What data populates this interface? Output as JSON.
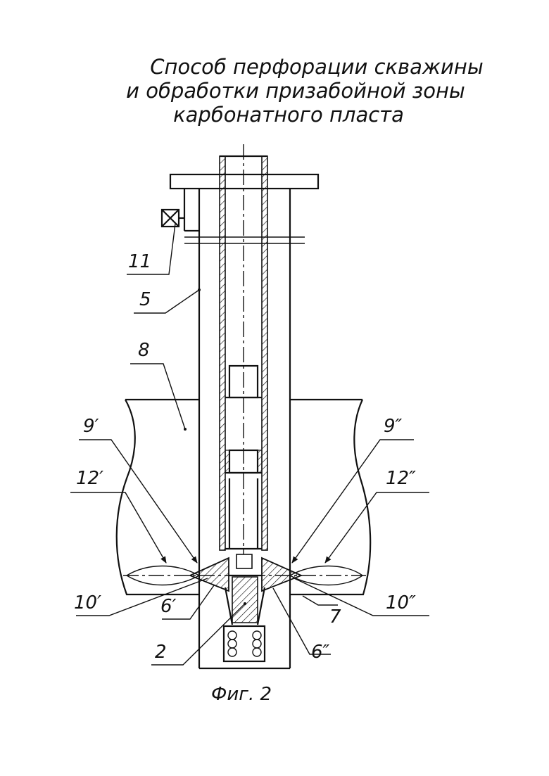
{
  "title": {
    "line1": "Способ перфорации скважины",
    "line2": "и обработки призабойной зоны",
    "line3": "карбонатного пласта"
  },
  "labels": {
    "l11": "11",
    "l5": "5",
    "l8": "8",
    "l9p": "9′",
    "l9pp": "9″",
    "l12p": "12′",
    "l12pp": "12″",
    "l10p": "10′",
    "l10pp": "10″",
    "l6p": "6′",
    "l6pp": "6″",
    "l7": "7",
    "l2": "2"
  },
  "caption": "Фиг. 2"
}
